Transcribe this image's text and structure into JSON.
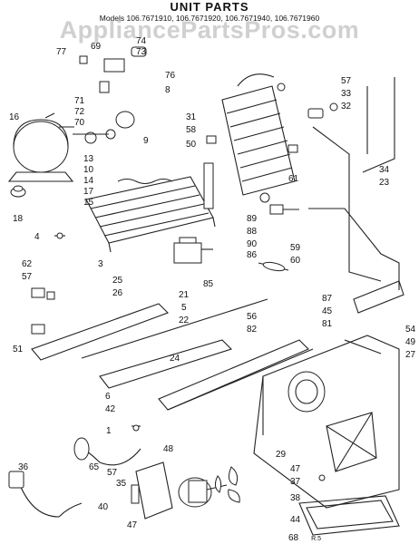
{
  "header": {
    "title": "UNIT PARTS",
    "models": "Models 106.7671910, 106.7671920, 106.7671940, 106.7671960",
    "watermark": "AppliancePartsPros.com",
    "code": "R.5"
  },
  "callouts": [
    "77",
    "74",
    "73",
    "69",
    "76",
    "8",
    "71",
    "72",
    "70",
    "9",
    "16",
    "13",
    "10",
    "14",
    "17",
    "15",
    "18",
    "4",
    "57",
    "33",
    "32",
    "31",
    "58",
    "50",
    "61",
    "34",
    "23",
    "89",
    "88",
    "90",
    "86",
    "85",
    "59",
    "60",
    "3",
    "25",
    "26",
    "62",
    "57",
    "21",
    "5",
    "22",
    "56",
    "82",
    "87",
    "45",
    "81",
    "54",
    "49",
    "27",
    "51",
    "24",
    "6",
    "42",
    "1",
    "48",
    "36",
    "65",
    "57",
    "35",
    "40",
    "47",
    "29",
    "47",
    "37",
    "38",
    "44",
    "68"
  ],
  "colors": {
    "ink": "#222222",
    "watermark": "#aaaaaa"
  }
}
